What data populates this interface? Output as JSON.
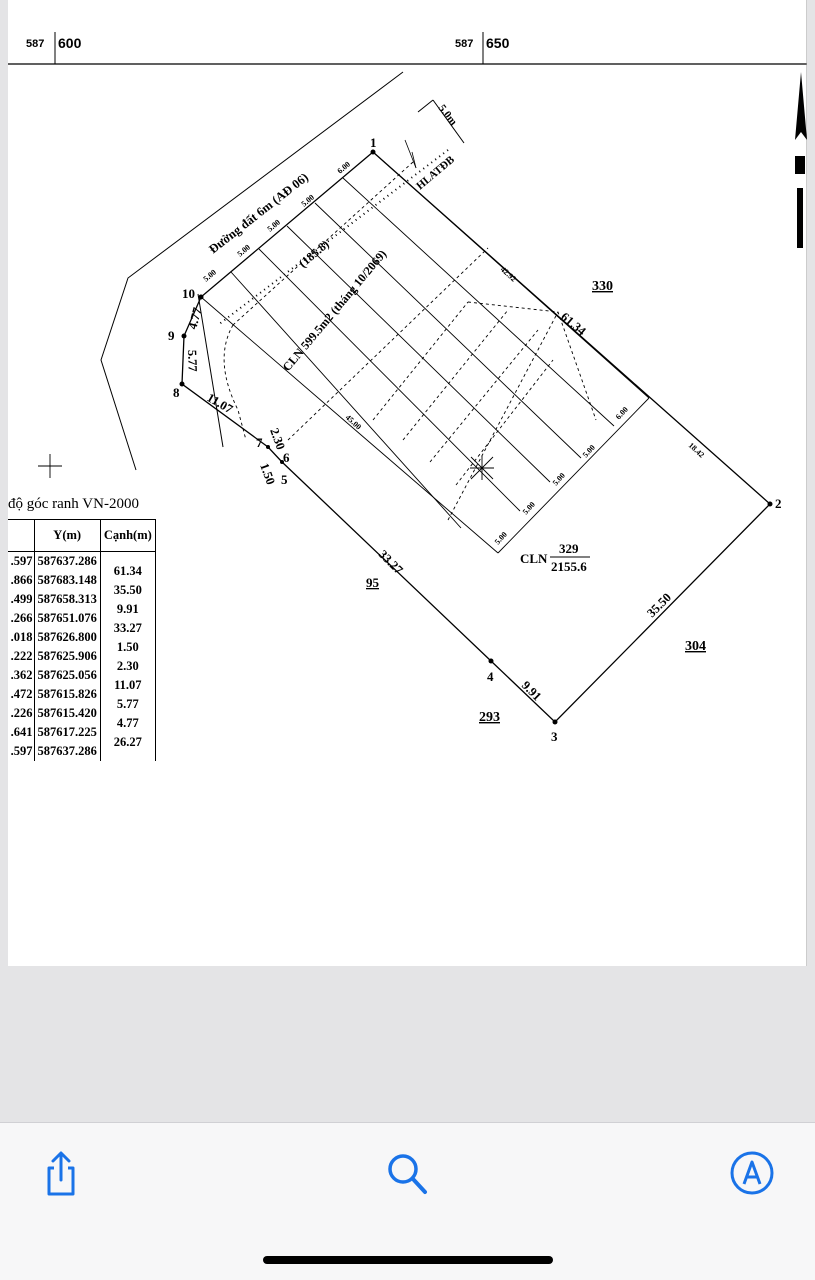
{
  "map": {
    "grid_top_left": {
      "prefix": "587",
      "value": "600"
    },
    "grid_top_right": {
      "prefix": "587",
      "value": "650"
    },
    "road_label": "Đường đất 6m (AĐ 06)",
    "road_width": "5.0m",
    "safety_label": "HLATĐB",
    "parcel_area": "(185.8)",
    "parcel_main": "CLN 599.5m2 (tháng 10/2069)",
    "parcel_main_code": "CLN",
    "parcel_number": "329",
    "parcel_area_total": "2155.6",
    "neighbors": {
      "n330": "330",
      "n304": "304",
      "n293": "293",
      "n95": "95"
    },
    "points": [
      "1",
      "2",
      "3",
      "4",
      "5",
      "6",
      "7",
      "8",
      "9",
      "10"
    ],
    "edges": {
      "e1_2_a": "42.92",
      "e1_2_b": "61.34",
      "e1_2_c": "18.42",
      "e2_3": "35.50",
      "e3_4": "9.91",
      "e4_5": "33.27",
      "e7": "2.30",
      "e5_6": "1.50",
      "e8_7": "11.07",
      "e9_8": "5.77",
      "e10_9": "4.77",
      "e45": "45.00",
      "top_segments": [
        "5.00",
        "5.00",
        "5.00",
        "5.00",
        "6.00"
      ],
      "bottom_segments": [
        "5.00",
        "5.00",
        "5.00",
        "5.00",
        "6.00"
      ]
    },
    "table_title": "độ góc ranh VN-2000"
  },
  "table": {
    "headers": {
      "y": "Y(m)",
      "edge": "Cạnh(m)"
    },
    "rows": [
      {
        "x": ".597",
        "y": "587637.286"
      },
      {
        "x": ".866",
        "y": "587683.148"
      },
      {
        "x": ".499",
        "y": "587658.313"
      },
      {
        "x": ".266",
        "y": "587651.076"
      },
      {
        "x": ".018",
        "y": "587626.800"
      },
      {
        "x": ".222",
        "y": "587625.906"
      },
      {
        "x": ".362",
        "y": "587625.056"
      },
      {
        "x": ".472",
        "y": "587615.826"
      },
      {
        "x": ".226",
        "y": "587615.420"
      },
      {
        "x": ".641",
        "y": "587617.225"
      },
      {
        "x": ".597",
        "y": "587637.286"
      }
    ],
    "edges": [
      "61.34",
      "35.50",
      "9.91",
      "33.27",
      "1.50",
      "2.30",
      "11.07",
      "5.77",
      "4.77",
      "26.27"
    ]
  },
  "toolbar": {
    "share_icon": "share-icon",
    "search_icon": "search-icon",
    "markup_icon": "markup-icon",
    "accent": "#1a73e8"
  }
}
